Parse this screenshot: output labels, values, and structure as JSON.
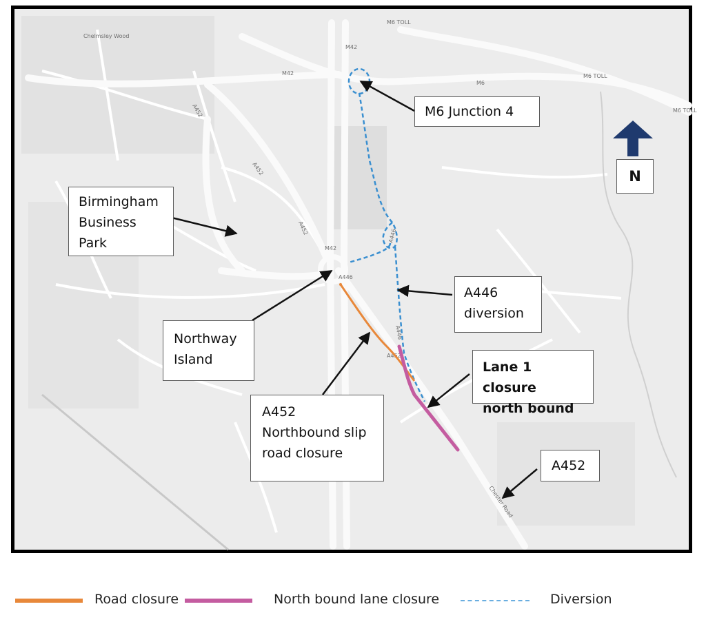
{
  "map": {
    "road_labels": [
      "M6 TOLL",
      "M6 TOLL",
      "M6 TOLL",
      "M6",
      "M42",
      "M42",
      "M42",
      "A452",
      "A452",
      "A452",
      "A452",
      "A446",
      "A446",
      "A446",
      "Chester Road",
      "Chelmsley Wood"
    ],
    "north_label": "N",
    "colors": {
      "road_closure": "#e8883a",
      "lane_closure": "#c45ca0",
      "diversion": "#3a8fd0",
      "north_arrow": "#1f3a6e"
    }
  },
  "callouts": {
    "m6_junction": "M6 Junction 4",
    "business_park": [
      "Birmingham",
      "Business",
      "Park"
    ],
    "a446_diversion": [
      "A446",
      "diversion"
    ],
    "northway_island": [
      "Northway",
      "Island"
    ],
    "lane_closure": [
      "Lane 1 closure",
      "north bound"
    ],
    "a452_slip": [
      "A452",
      "Northbound slip",
      "road closure"
    ],
    "a452": "A452"
  },
  "legend": {
    "road_closure": "Road closure",
    "lane_closure": "North bound lane closure",
    "diversion": "Diversion"
  }
}
